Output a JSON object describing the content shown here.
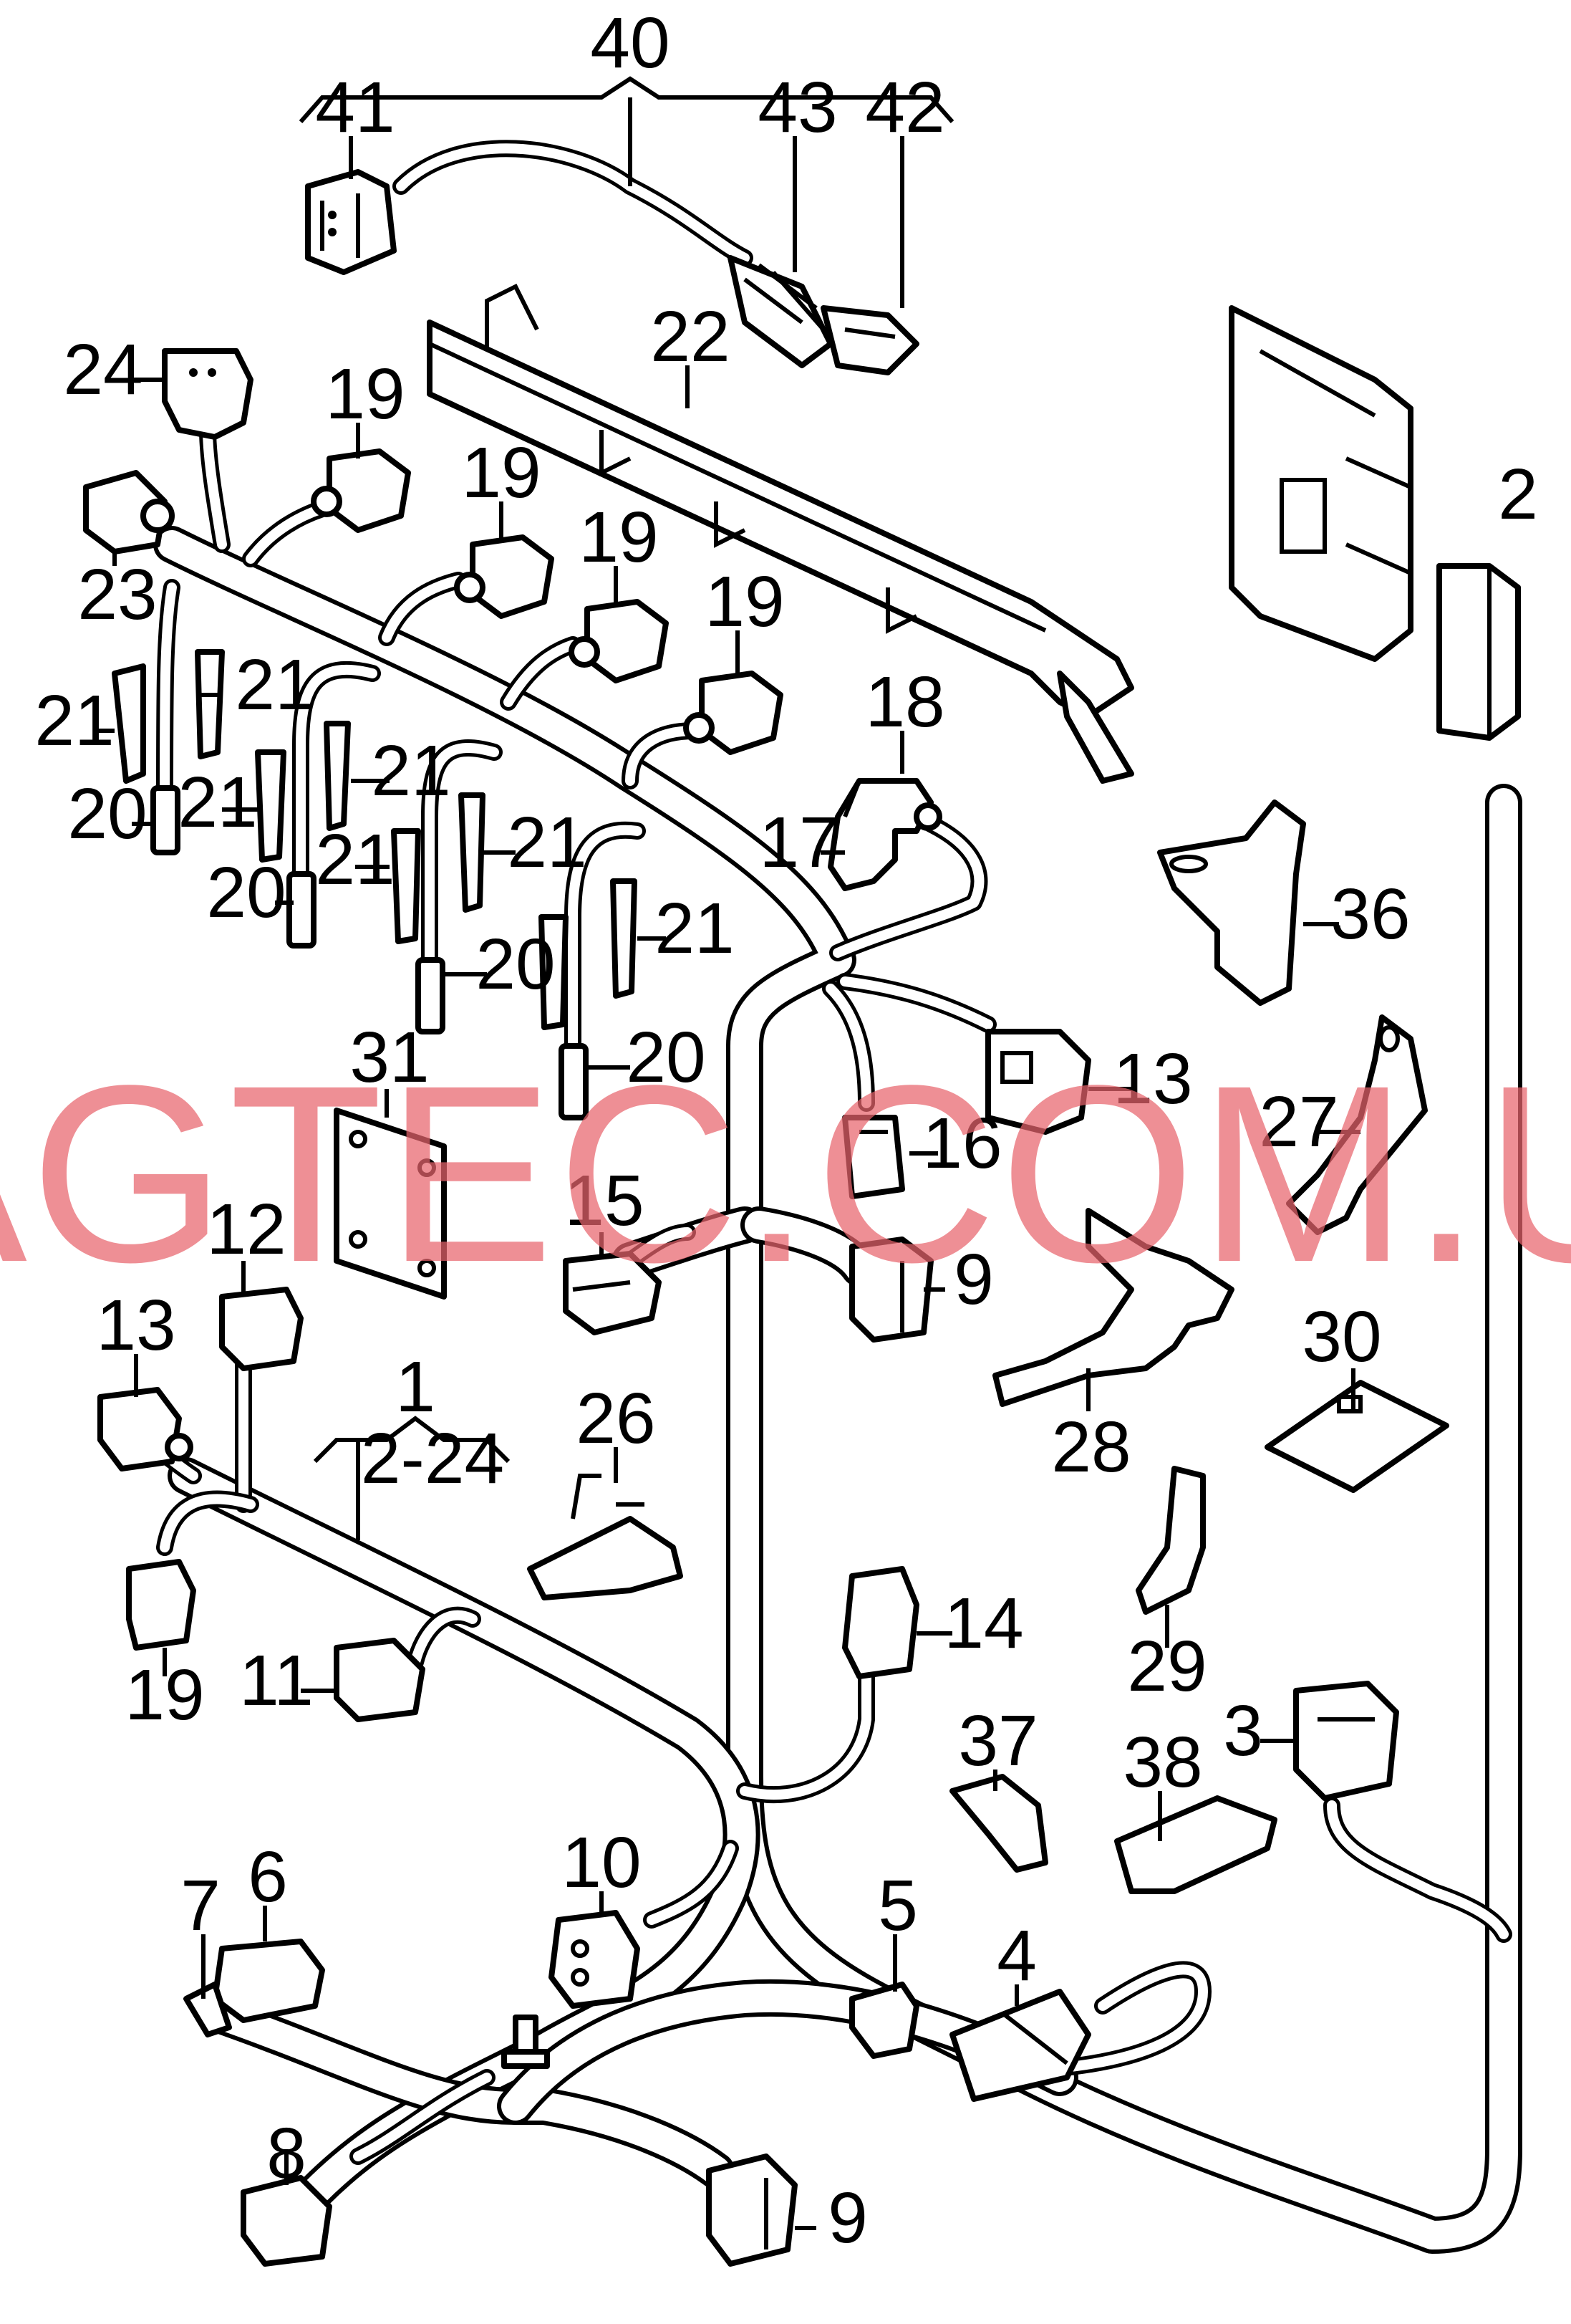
{
  "watermark": {
    "text": "VAGTEC.COM.UA",
    "color": "#e8646c"
  },
  "colors": {
    "line": "#000000",
    "background": "#ffffff"
  },
  "callouts": {
    "c40": "40",
    "c41": "41",
    "c42": "42",
    "c43": "43",
    "c22": "22",
    "c24": "24",
    "c23": "23",
    "c2": "2",
    "c19a": "19",
    "c19b": "19",
    "c19c": "19",
    "c19d": "19",
    "c19e": "19",
    "c21a": "21",
    "c21b": "21",
    "c21c": "21",
    "c21d": "21",
    "c21e": "21",
    "c21f": "21",
    "c21g": "21",
    "c20a": "20",
    "c20b": "20",
    "c20c": "20",
    "c20d": "20",
    "c18": "18",
    "c17": "17",
    "c36": "36",
    "c13a": "13",
    "c16": "16",
    "c31": "31",
    "c27": "27",
    "c15": "15",
    "c9a": "9",
    "c12": "12",
    "c13b": "13",
    "c1": "1",
    "c1range": "2-24",
    "c26": "26",
    "c28": "28",
    "c30": "30",
    "c14": "14",
    "c29": "29",
    "c11": "11",
    "c3": "3",
    "c37": "37",
    "c38": "38",
    "c10": "10",
    "c6": "6",
    "c7": "7",
    "c5": "5",
    "c4": "4",
    "c8": "8",
    "c9b": "9"
  }
}
